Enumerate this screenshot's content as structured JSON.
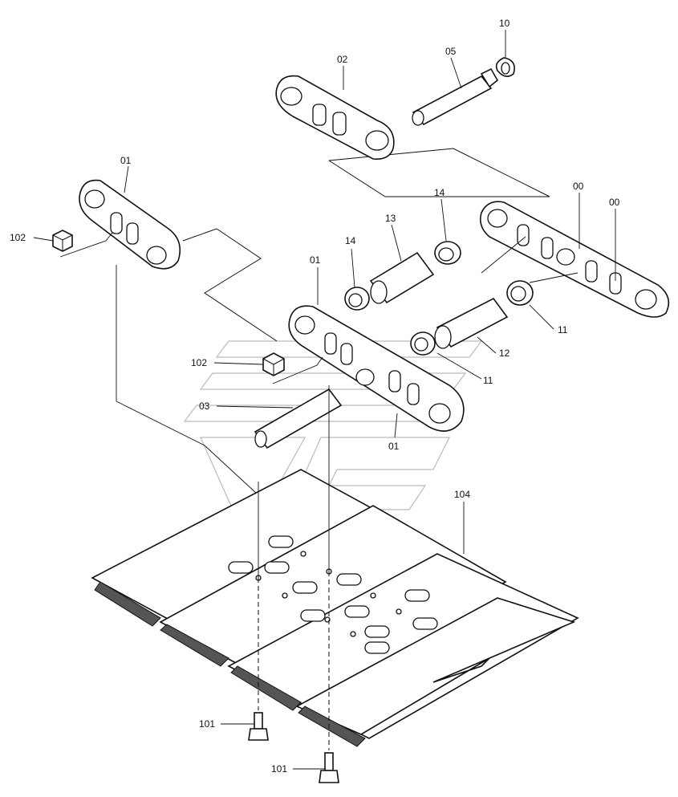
{
  "callouts": {
    "c00a": "00",
    "c00b": "00",
    "c01a": "01",
    "c01b": "01",
    "c01c": "01",
    "c02": "02",
    "c03": "03",
    "c05": "05",
    "c10": "10",
    "c11a": "11",
    "c11b": "11",
    "c12": "12",
    "c13": "13",
    "c14a": "14",
    "c14b": "14",
    "c101a": "101",
    "c101b": "101",
    "c102a": "102",
    "c102b": "102",
    "c104": "104"
  }
}
